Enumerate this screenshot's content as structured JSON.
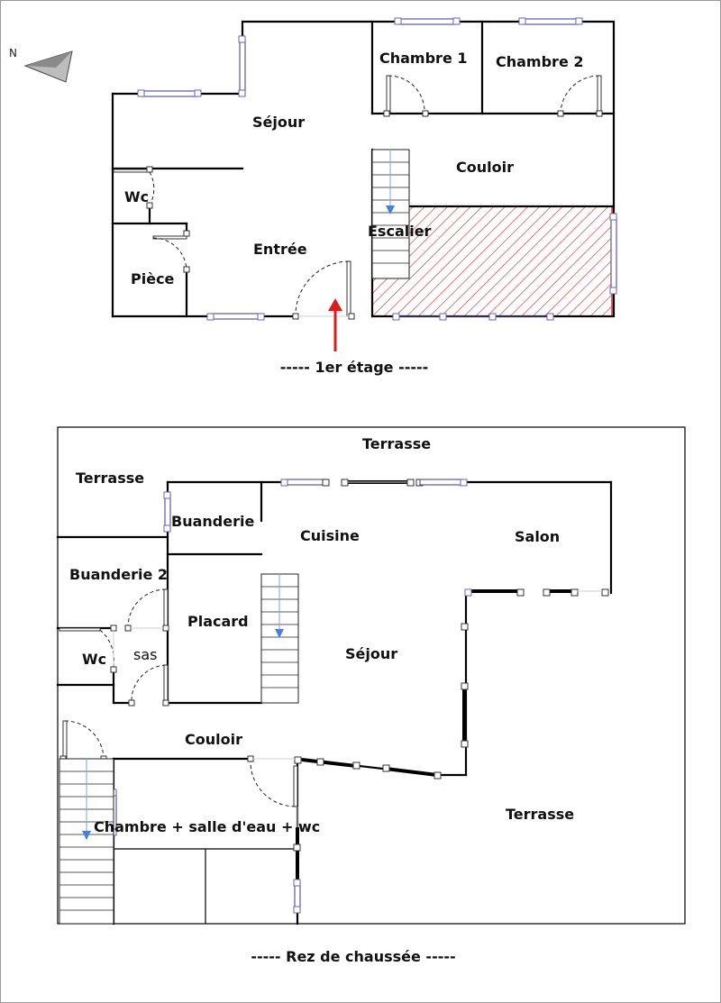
{
  "north_label": "N",
  "upper_floor": {
    "caption": "----- 1er étage -----",
    "rooms": {
      "sejour": "Séjour",
      "chambre1": "Chambre 1",
      "chambre2": "Chambre 2",
      "couloir": "Couloir",
      "wc": "Wc",
      "entree": "Entrée",
      "escalier": "Escalier",
      "piece": "Pièce"
    },
    "highlight_color": "#d9343a",
    "entrance_arrow_color": "#e01b1b"
  },
  "ground_floor": {
    "caption": "----- Rez de chaussée -----",
    "rooms": {
      "terrasse_top": "Terrasse",
      "terrasse_left": "Terrasse",
      "buanderie": "Buanderie",
      "cuisine": "Cuisine",
      "salon": "Salon",
      "buanderie2": "Buanderie 2",
      "placard": "Placard",
      "sejour": "Séjour",
      "wc": "Wc",
      "sas": "sas",
      "couloir": "Couloir",
      "chambre": "Chambre + salle d'eau + wc",
      "terrasse_right": "Terrasse"
    }
  }
}
